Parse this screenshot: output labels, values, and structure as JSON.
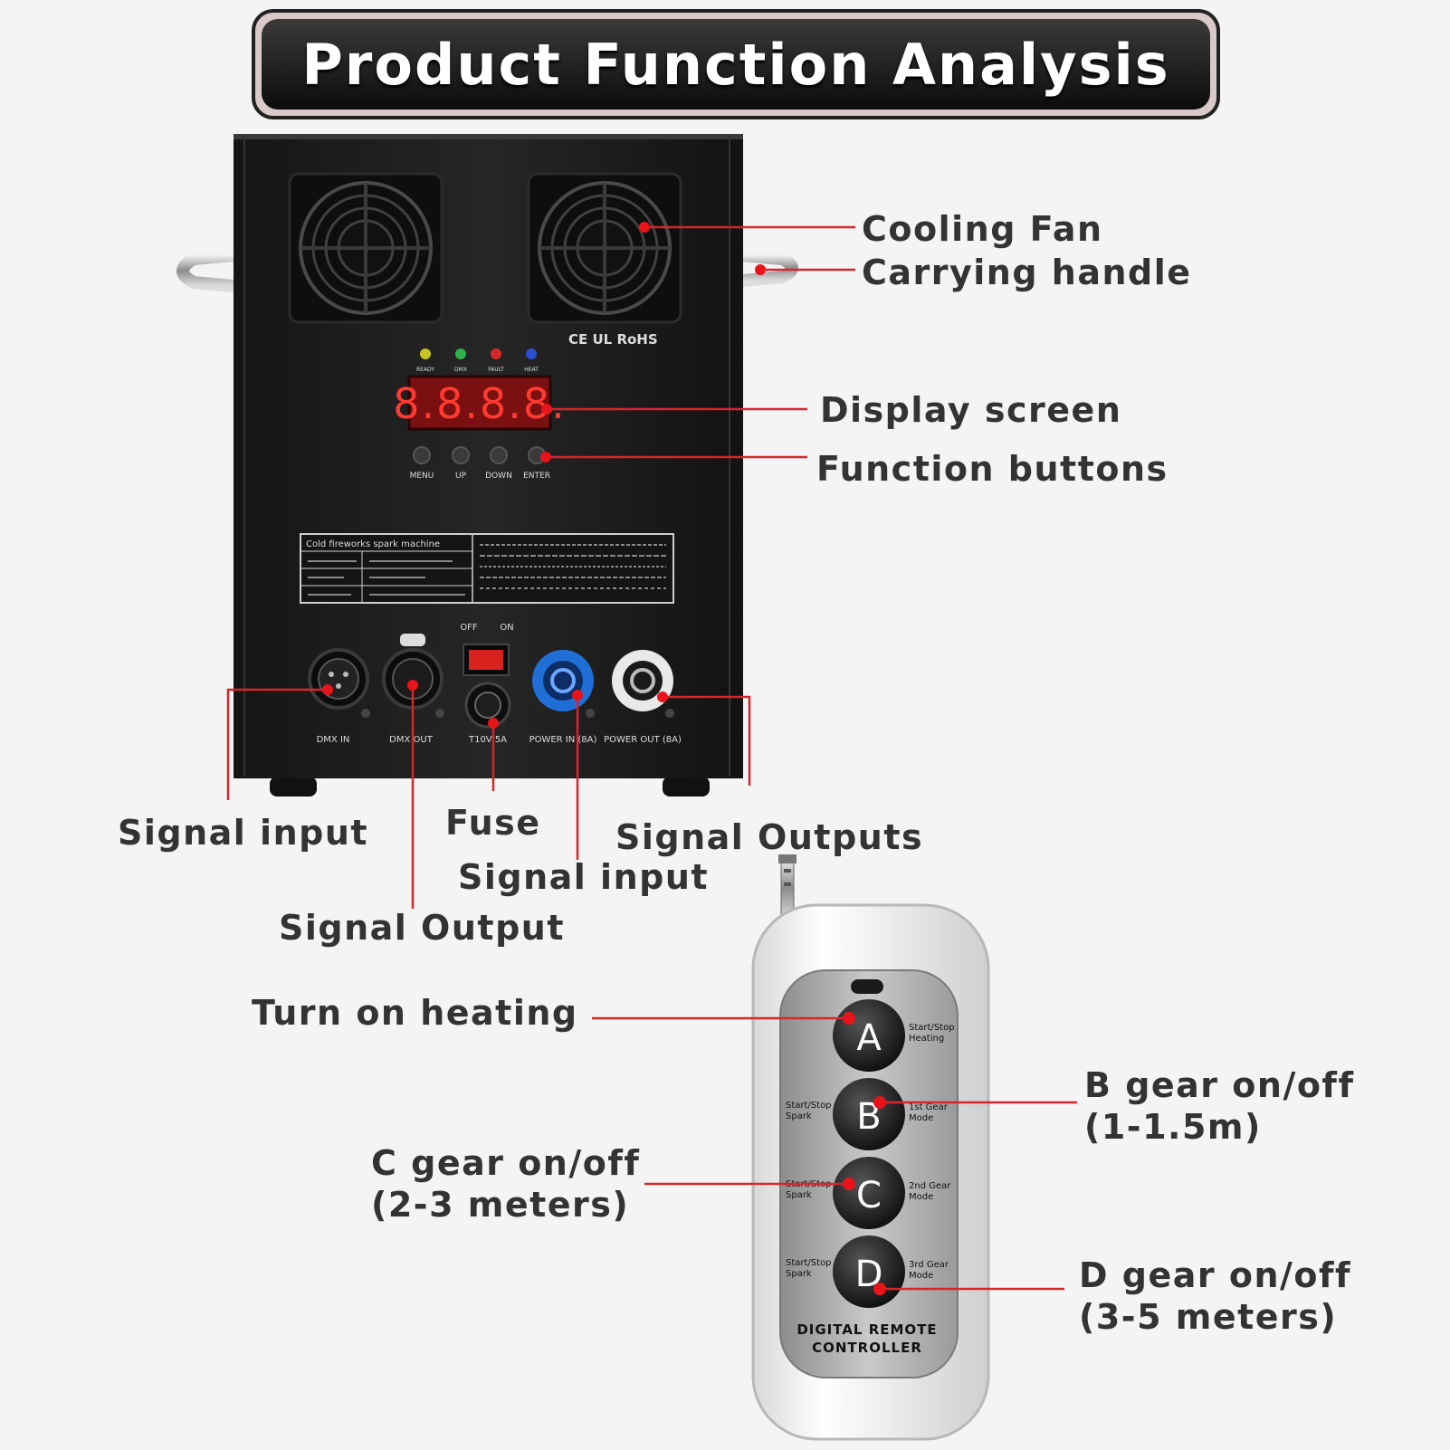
{
  "title": "Product Function Analysis",
  "machine": {
    "cert_marks": "CE UL RoHS",
    "indicators": [
      "READY",
      "DMX",
      "FAULT",
      "HEAT"
    ],
    "display": "8.8.8.8.",
    "buttons": [
      "MENU",
      "UP",
      "DOWN",
      "ENTER"
    ],
    "plate_title": "Cold fireworks spark machine",
    "switch_off": "OFF",
    "switch_on": "ON",
    "ports": [
      "DMX IN",
      "DMX OUT",
      "T10V 5A",
      "POWER IN (8A)",
      "POWER OUT (8A)"
    ]
  },
  "remote": {
    "keys": [
      "A",
      "B",
      "C",
      "D"
    ],
    "key_notes": {
      "a_right": [
        "Start/Stop",
        "Heating"
      ],
      "b_left": [
        "Start/Stop",
        "Spark"
      ],
      "b_right": [
        "1st Gear",
        "Mode"
      ],
      "c_left": [
        "Start/Stop",
        "Spark"
      ],
      "c_right": [
        "2nd Gear",
        "Mode"
      ],
      "d_left": [
        "Start/Stop",
        "Spark"
      ],
      "d_right": [
        "3rd Gear",
        "Mode"
      ]
    },
    "brand_line1": "DIGITAL REMOTE",
    "brand_line2": "CONTROLLER"
  },
  "labels": {
    "cooling_fan": "Cooling Fan",
    "carrying_handle": "Carrying handle",
    "display_screen": "Display screen",
    "function_buttons": "Function buttons",
    "signal_input_1": "Signal input",
    "fuse": "Fuse",
    "signal_outputs": "Signal Outputs",
    "signal_input_2": "Signal input",
    "signal_output": "Signal Output",
    "turn_on_heating": "Turn on heating",
    "b_gear_1": "B gear on/off",
    "b_gear_2": "(1-1.5m)",
    "c_gear_1": "C gear on/off",
    "c_gear_2": "(2-3 meters)",
    "d_gear_1": "D gear on/off",
    "d_gear_2": "(3-5 meters)"
  },
  "colors": {
    "leader_line": "#d7262b",
    "label_text": "#333333",
    "machine_body": "#1e1e1e",
    "display_red": "#e8221e",
    "power_in_blue": "#1f6fd6"
  }
}
